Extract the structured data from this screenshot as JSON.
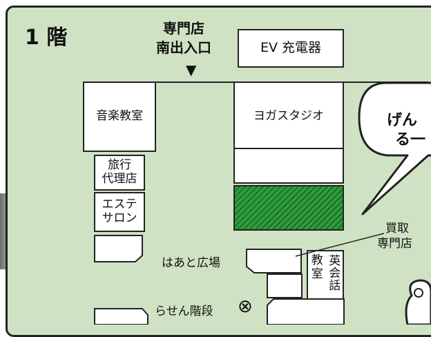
{
  "map": {
    "floor_label": "1 階",
    "entrance_label_1": "専門店",
    "entrance_label_2": "南出入口",
    "entrance_arrow": "▼",
    "ev_label": "EV 充電器",
    "shops": {
      "music": "音楽教室",
      "yoga": "ヨガスタジオ",
      "travel_1": "旅行",
      "travel_2": "代理店",
      "esthe_1": "エステ",
      "esthe_2": "サロン",
      "buy_1": "買取",
      "buy_2": "専門店",
      "school_1": "教",
      "school_2": "室",
      "english": "英会話"
    },
    "heart_plaza": "はあと広場",
    "spiral_stairs": "らせん階段",
    "stairs_symbol": "⊗",
    "bubble_line_1": "げん",
    "bubble_line_2": "る一"
  },
  "colors": {
    "floor": "#cfe3c4",
    "highlight": "#2e9e3a",
    "outline": "#222222"
  }
}
